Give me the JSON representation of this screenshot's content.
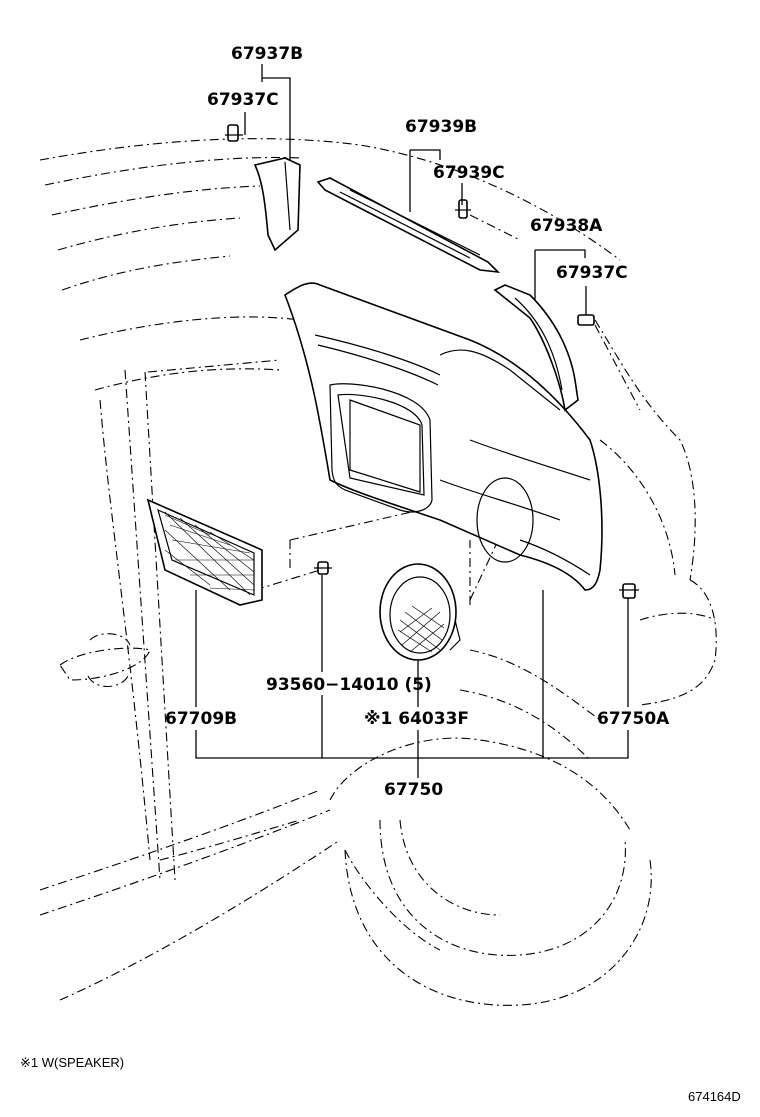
{
  "labels": {
    "p67937B": "67937B",
    "p67937C_top": "67937C",
    "p67939B": "67939B",
    "p67939C": "67939C",
    "p67938A": "67938A",
    "p67937C_right": "67937C",
    "p93560": "93560−14010 (5)",
    "p67709B": "67709B",
    "p64033F": "※1 64033F",
    "p67750A": "67750A",
    "p67750": "67750"
  },
  "footnote": "※1 W(SPEAKER)",
  "figure_id": "674164D"
}
